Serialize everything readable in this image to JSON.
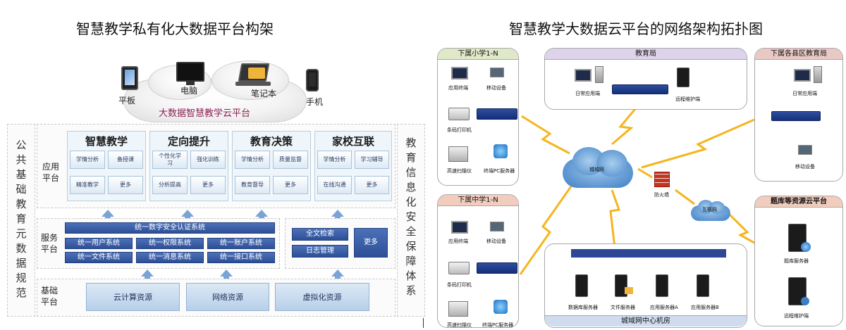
{
  "left": {
    "title": "智慧教学私有化大数据平台构架",
    "cloud_label": "大数据智慧教学云平台",
    "devices": [
      "平板",
      "电脑",
      "笔记本",
      "手机"
    ],
    "left_vertical": "公共基础教育元数据规范",
    "right_vertical": "教育信息化安全保障体系",
    "app_layer_label": "应用平台",
    "service_layer_label": "服务平台",
    "base_layer_label": "基础平台",
    "app_groups": [
      {
        "title": "智慧教学",
        "items": [
          "学情分析",
          "备授课",
          "精准教学",
          "更多"
        ]
      },
      {
        "title": "定向提升",
        "items": [
          "个性化学习",
          "强化训练",
          "分析提高",
          "更多"
        ]
      },
      {
        "title": "教育决策",
        "items": [
          "学情分析",
          "质量监督",
          "教育督导",
          "更多"
        ]
      },
      {
        "title": "家校互联",
        "items": [
          "学情分析",
          "学习辅导",
          "在线沟通",
          "更多"
        ]
      }
    ],
    "auth_bar": "统一数字安全认证系统",
    "service_cells": [
      "统一用户系统",
      "统一权限系统",
      "统一账户系统",
      "统一文件系统",
      "统一消息系统",
      "统一接口系统"
    ],
    "side_services": [
      "全文检索",
      "日志管理",
      "更多"
    ],
    "base_resources": [
      "云计算资源",
      "网络资源",
      "虚拟化资源"
    ]
  },
  "right": {
    "title": "智慧教学大数据云平台的网络架构拓扑图",
    "panels": {
      "primary": {
        "title": "下属小学1-N",
        "labels": [
          "应用终端",
          "移动设备",
          "条码打印机",
          "高速扫描仪",
          "终端PC服务器"
        ]
      },
      "bureau": {
        "title": "教育局",
        "labels": [
          "日常应用端",
          "远程维护端"
        ]
      },
      "county": {
        "title": "下属各县区教育局",
        "labels": [
          "日常应用端",
          "移动设备"
        ]
      },
      "middle": {
        "title": "下属中学1-N",
        "labels": [
          "应用终端",
          "移动设备",
          "条码打印机",
          "高速扫描仪",
          "终端PC服务器"
        ]
      },
      "datacenter": {
        "title": "城域网中心机房",
        "labels": [
          "数据库服务器",
          "文件服务器",
          "应用服务器A",
          "应用服务器B"
        ]
      },
      "resource": {
        "title": "题库等资源云平台",
        "labels": [
          "题库服务器",
          "远程维护端"
        ]
      }
    },
    "metro_net": "城域网",
    "internet": "互联网",
    "firewall": "防火墙"
  },
  "colors": {
    "lightning": "#f5b51e",
    "accent_blue": "#2d4f98",
    "cloud_text": "#8a1f52"
  }
}
